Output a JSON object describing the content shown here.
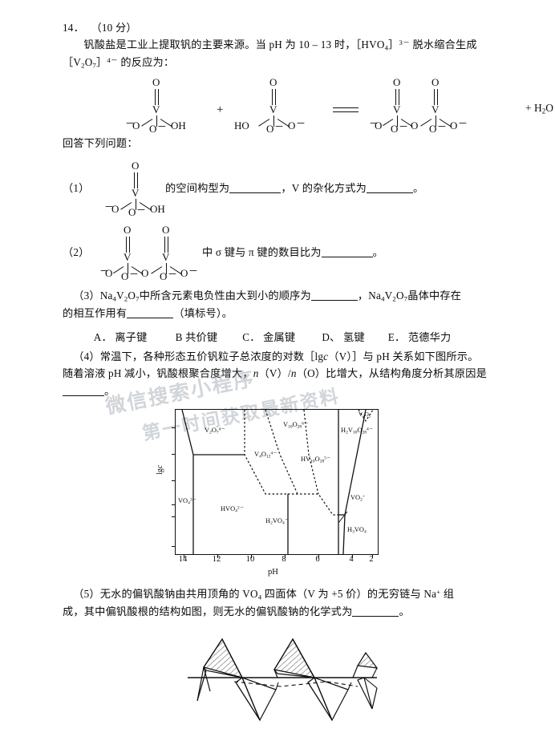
{
  "question": {
    "number": "14．",
    "points": "（10 分）",
    "stem_line1_a": "钒酸盐是工业上提取钒的主要来源。当 pH 为 10 – 13 时，［HVO",
    "stem_line1_b": "4",
    "stem_line1_c": "］",
    "stem_line1_d": "3－",
    "stem_line1_e": " 脱水缩合生成",
    "stem_line2_a": "［V",
    "stem_line2_b": "2",
    "stem_line2_c": "O",
    "stem_line2_d": "7",
    "stem_line2_e": "］",
    "stem_line2_f": "4－",
    "stem_line2_g": " 的反应为：",
    "answer_prompt": "回答下列问题："
  },
  "equation": {
    "reactant1": {
      "top_o": "O",
      "center": "V",
      "left_o": "O",
      "left_charge": "－",
      "bottom_o": "O",
      "bottom_charge": "－",
      "right_oh": "OH"
    },
    "plus": "+",
    "reactant2": {
      "top_o": "O",
      "center": "V",
      "left_ho": "HO",
      "bottom_o": "O",
      "bottom_charge": "－",
      "right_o": "O",
      "right_charge": "－"
    },
    "equals": "=",
    "product": {
      "top_o1": "O",
      "top_o2": "O",
      "center1": "V",
      "center2": "V",
      "o_left": "O",
      "o_left_charge": "－",
      "o_b1": "O",
      "o_b1_charge": "－",
      "o_bridge": "O",
      "o_b2": "O",
      "o_b2_charge": "－",
      "o_right": "O",
      "o_right_charge": "－"
    },
    "water_plus": "+ H",
    "water_sub": "2",
    "water_o": "O"
  },
  "sub1": {
    "label": "（1）",
    "text_a": "的空间构型为",
    "text_b": "，V 的杂化方式为",
    "text_c": "。",
    "structure": {
      "top_o": "O",
      "center": "V",
      "left_o": "O",
      "left_charge": "－",
      "bottom_o": "O",
      "bottom_charge": "－",
      "right_oh": "OH"
    }
  },
  "sub2": {
    "label": "（2）",
    "text_a": "中 σ 键与 π 键的数目比为",
    "text_b": "。",
    "structure": {
      "top_o1": "O",
      "top_o2": "O",
      "center1": "V",
      "center2": "V",
      "o_left": "O",
      "o_left_charge": "－",
      "o_b1": "O",
      "o_b1_charge": "－",
      "o_bridge": "O",
      "o_b2": "O",
      "o_b2_charge": "－",
      "o_right": "O",
      "o_right_charge": "－"
    }
  },
  "sub3": {
    "label": "（3）",
    "formula1_a": "Na",
    "formula1_b": "4",
    "formula1_c": "V",
    "formula1_d": "2",
    "formula1_e": "O",
    "formula1_f": "7",
    "text_a": "中所含元素电负性由大到小的顺序为",
    "text_b": "，",
    "formula2_a": "Na",
    "formula2_b": "4",
    "formula2_c": "V",
    "formula2_d": "2",
    "formula2_e": "O",
    "formula2_f": "7",
    "text_c": "晶体中存在",
    "line2_a": "的相互作用有",
    "line2_b": "（填标号）。",
    "options": [
      {
        "key": "A．",
        "label": "离子键"
      },
      {
        "key": "B",
        "label": "共价键"
      },
      {
        "key": "C．",
        "label": "金属键"
      },
      {
        "key": "D、",
        "label": "氢键"
      },
      {
        "key": "E．",
        "label": "范德华力"
      }
    ]
  },
  "sub4": {
    "label": "（4）",
    "line1_a": "常温下，各种形态五价钒粒子总浓度的对数［lg",
    "line1_b": "c",
    "line1_c": "（V）］与 pH 关系如下图所示。",
    "line2_a": "随着溶液 pH 减小，钒酸根聚合度增大，",
    "line2_b": "n",
    "line2_c": "（V）/",
    "line2_d": "n",
    "line2_e": "（O）比增大，从结构角度分析其原因是",
    "line3_a": "。"
  },
  "sub5": {
    "label": "（5）",
    "line1_a": "无水的偏钒酸钠由共用顶角的 VO",
    "line1_b": "4",
    "line1_c": " 四面体（V 为 +5 价）的无穷链与 Na",
    "line1_d": "+",
    "line1_e": " 组",
    "line2_a": "成，其中偏钒酸根的结构如图，则无水的偏钒酸钠的化学式为",
    "line2_b": "。"
  },
  "watermark": {
    "line1": "微信搜索小程序",
    "line2": "第一时间获取最新资料"
  },
  "chart_data": {
    "type": "line",
    "title": "",
    "xlabel": "pH",
    "ylabel": "lgc",
    "xlim": [
      15,
      1
    ],
    "x_reversed": true,
    "xticks": [
      14,
      12,
      10,
      8,
      6,
      4,
      2
    ],
    "xticklabels": [
      "14",
      "12",
      "10",
      "8",
      "6",
      "4",
      "2"
    ],
    "yticks": [],
    "grid": false,
    "legend": false,
    "species_regions": [
      {
        "label_html": "VO<sub>4</sub><sup>3－</sup>",
        "name": "VO4(3-)",
        "x_pct": 3,
        "y_pct": 63,
        "boundary": "solid"
      },
      {
        "label_html": "V<sub>2</sub>O<sub>7</sub><sup>4－</sup>",
        "name": "V2O7(4-)",
        "x_pct": 17,
        "y_pct": 14,
        "boundary": "solid"
      },
      {
        "label_html": "HVO<sub>4</sub><sup>2－</sup>",
        "name": "HVO4(2-)",
        "x_pct": 24,
        "y_pct": 69,
        "boundary": "solid"
      },
      {
        "label_html": "V<sub>4</sub>O<sub>12</sub><sup>4－</sup>",
        "name": "V4O12(4-)",
        "x_pct": 41,
        "y_pct": 31,
        "boundary": "dashed"
      },
      {
        "label_html": "V<sub>10</sub>O<sub>28</sub><sup>6－</sup>",
        "name": "V10O28(6-)",
        "x_pct": 55,
        "y_pct": 11,
        "boundary": "dashed"
      },
      {
        "label_html": "HV<sub>10</sub>O<sub>28</sub><sup>5－</sup>",
        "name": "HV10O28(5-)",
        "x_pct": 64,
        "y_pct": 33,
        "boundary": "dashed"
      },
      {
        "label_html": "H<sub>2</sub>VO<sub>4</sub><sup>－</sup>",
        "name": "H2VO4(-)",
        "x_pct": 48,
        "y_pct": 78,
        "boundary": "solid"
      },
      {
        "label_html": "H<sub>2</sub>V<sub>10</sub>O<sub>28</sub><sup>4－</sup>",
        "name": "H2V10O28(4-)",
        "x_pct": 80,
        "y_pct": 13,
        "boundary": "solid"
      },
      {
        "label_html": "V<sub>2</sub>O<sub>5</sub>",
        "name": "V2O5",
        "x_pct": 92,
        "y_pct": 4,
        "boundary": "dashed"
      },
      {
        "label_html": "VO<sub>2</sub><sup>+</sup>",
        "name": "VO2(+)",
        "x_pct": 91,
        "y_pct": 62,
        "boundary": "solid"
      },
      {
        "label_html": "H<sub>3</sub>VO<sub>4</sub>",
        "name": "H3VO4",
        "x_pct": 84,
        "y_pct": 82,
        "boundary": "solid"
      }
    ]
  }
}
